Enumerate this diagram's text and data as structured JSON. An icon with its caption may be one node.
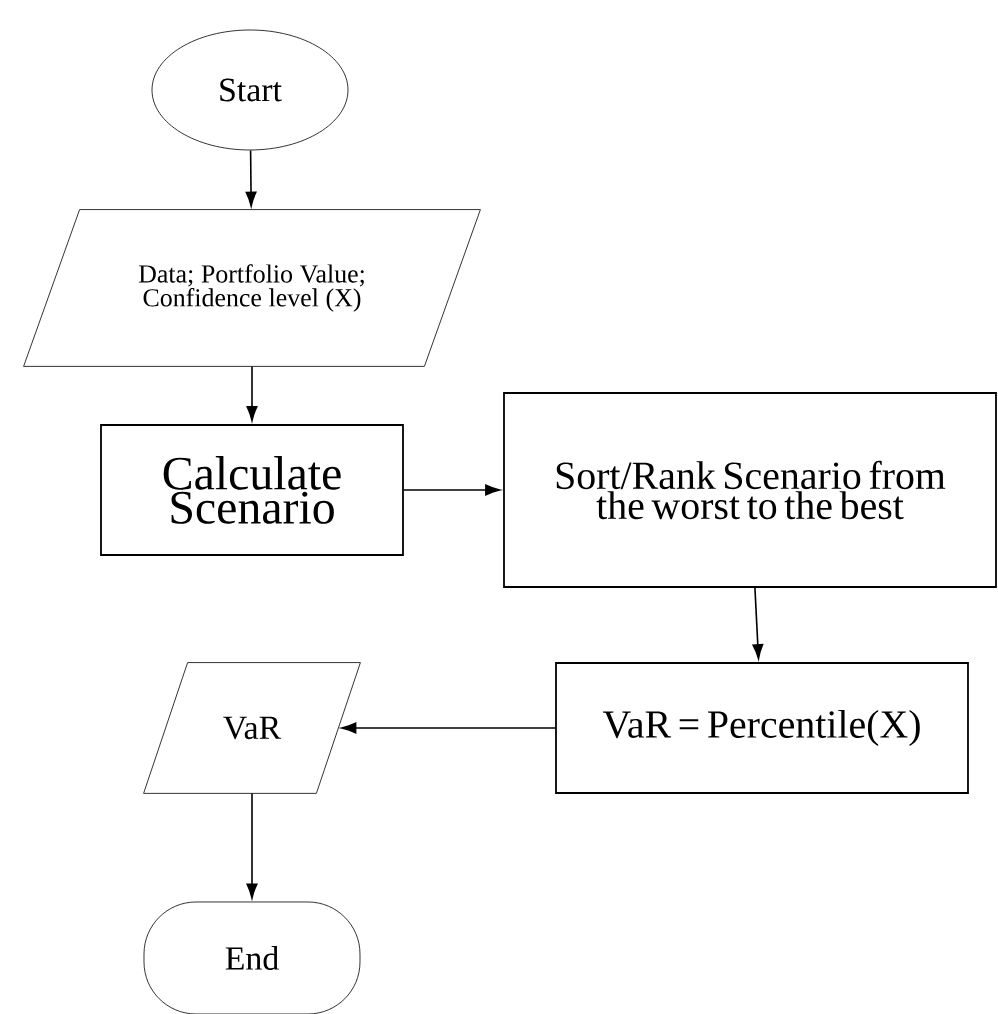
{
  "diagram": {
    "nodes": [
      {
        "text": [
          "Start"
        ]
      },
      {
        "text": [
          "Data; Portfolio Value; Confidence level (X)"
        ]
      },
      {
        "text": [
          "Calculate Scenario"
        ]
      },
      {
        "text": [
          "Sort/Rank Scenario from the worst to the best"
        ]
      },
      {
        "text": [
          "VaR = Percentile(X)"
        ]
      },
      {
        "text": [
          "VaR"
        ]
      },
      {
        "text": [
          "End"
        ]
      }
    ],
    "edges": [
      {
        "from": 0,
        "to": 1,
        "arrow": "to"
      },
      {
        "from": 1,
        "to": 2,
        "arrow": "to"
      },
      {
        "from": 2,
        "to": 3,
        "arrow": "to"
      },
      {
        "from": 3,
        "to": 4,
        "arrow": "to"
      },
      {
        "from": 4,
        "to": 5,
        "arrow": "to"
      },
      {
        "from": 5,
        "to": 6,
        "arrow": "to"
      }
    ]
  }
}
